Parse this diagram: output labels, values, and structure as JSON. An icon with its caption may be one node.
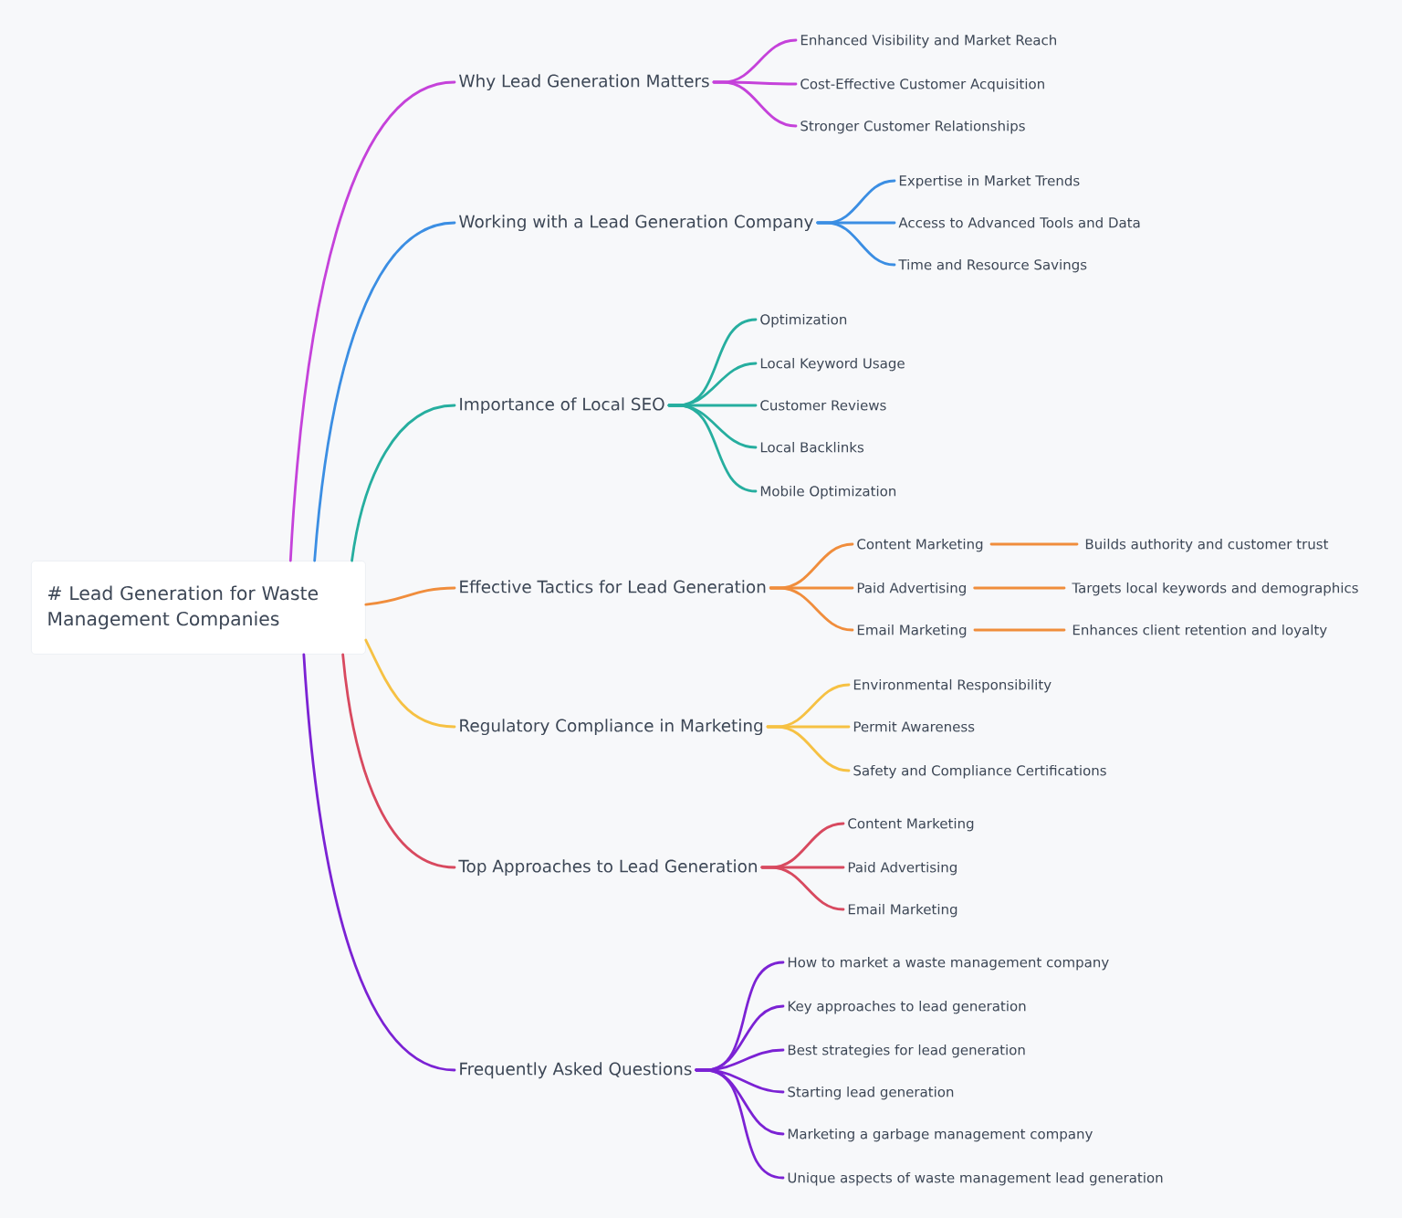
{
  "diagram": {
    "nodes": [
      {
        "text": [
          "# Lead Generation for Waste Management Companies"
        ]
      },
      {
        "text": [
          "Why Lead Generation Matters"
        ]
      },
      {
        "text": [
          "Enhanced Visibility and Market Reach"
        ]
      },
      {
        "text": [
          "Cost-Effective Customer Acquisition"
        ]
      },
      {
        "text": [
          "Stronger Customer Relationships"
        ]
      },
      {
        "text": [
          "Working with a Lead Generation Company"
        ]
      },
      {
        "text": [
          "Expertise in Market Trends"
        ]
      },
      {
        "text": [
          "Access to Advanced Tools and Data"
        ]
      },
      {
        "text": [
          "Time and Resource Savings"
        ]
      },
      {
        "text": [
          "Importance of Local SEO"
        ]
      },
      {
        "text": [
          "Optimization"
        ]
      },
      {
        "text": [
          "Local Keyword Usage"
        ]
      },
      {
        "text": [
          "Customer Reviews"
        ]
      },
      {
        "text": [
          "Local Backlinks"
        ]
      },
      {
        "text": [
          "Mobile Optimization"
        ]
      },
      {
        "text": [
          "Effective Tactics for Lead Generation"
        ]
      },
      {
        "text": [
          "Content Marketing"
        ]
      },
      {
        "text": [
          "Builds authority and customer trust"
        ]
      },
      {
        "text": [
          "Paid Advertising"
        ]
      },
      {
        "text": [
          "Targets local keywords and demographics"
        ]
      },
      {
        "text": [
          "Email Marketing"
        ]
      },
      {
        "text": [
          "Enhances client retention and loyalty"
        ]
      },
      {
        "text": [
          "Regulatory Compliance in Marketing"
        ]
      },
      {
        "text": [
          "Environmental Responsibility"
        ]
      },
      {
        "text": [
          "Permit Awareness"
        ]
      },
      {
        "text": [
          "Safety and Compliance Certifications"
        ]
      },
      {
        "text": [
          "Top Approaches to Lead Generation"
        ]
      },
      {
        "text": [
          "Content Marketing"
        ]
      },
      {
        "text": [
          "Paid Advertising"
        ]
      },
      {
        "text": [
          "Email Marketing"
        ]
      },
      {
        "text": [
          "Frequently Asked Questions"
        ]
      },
      {
        "text": [
          "How to market a waste management company"
        ]
      },
      {
        "text": [
          "Key approaches to lead generation"
        ]
      },
      {
        "text": [
          "Best strategies for lead generation"
        ]
      },
      {
        "text": [
          "Starting lead generation"
        ]
      },
      {
        "text": [
          "Marketing a garbage management company"
        ]
      },
      {
        "text": [
          "Unique aspects of waste management lead generation"
        ]
      }
    ],
    "edges": [
      {
        "from": 0,
        "to": 1,
        "arrow": "none",
        "color": "#c542da"
      },
      {
        "from": 1,
        "to": 2,
        "arrow": "none",
        "color": "#c542da"
      },
      {
        "from": 1,
        "to": 3,
        "arrow": "none",
        "color": "#c542da"
      },
      {
        "from": 1,
        "to": 4,
        "arrow": "none",
        "color": "#c542da"
      },
      {
        "from": 0,
        "to": 5,
        "arrow": "none",
        "color": "#3b8ee3"
      },
      {
        "from": 5,
        "to": 6,
        "arrow": "none",
        "color": "#3b8ee3"
      },
      {
        "from": 5,
        "to": 7,
        "arrow": "none",
        "color": "#3b8ee3"
      },
      {
        "from": 5,
        "to": 8,
        "arrow": "none",
        "color": "#3b8ee3"
      },
      {
        "from": 0,
        "to": 9,
        "arrow": "none",
        "color": "#26ae9f"
      },
      {
        "from": 9,
        "to": 10,
        "arrow": "none",
        "color": "#26ae9f"
      },
      {
        "from": 9,
        "to": 11,
        "arrow": "none",
        "color": "#26ae9f"
      },
      {
        "from": 9,
        "to": 12,
        "arrow": "none",
        "color": "#26ae9f"
      },
      {
        "from": 9,
        "to": 13,
        "arrow": "none",
        "color": "#26ae9f"
      },
      {
        "from": 9,
        "to": 14,
        "arrow": "none",
        "color": "#26ae9f"
      },
      {
        "from": 0,
        "to": 15,
        "arrow": "none",
        "color": "#f08d3c"
      },
      {
        "from": 15,
        "to": 16,
        "arrow": "none",
        "color": "#f08d3c"
      },
      {
        "from": 16,
        "to": 17,
        "arrow": "none",
        "color": "#f08d3c"
      },
      {
        "from": 15,
        "to": 18,
        "arrow": "none",
        "color": "#f08d3c"
      },
      {
        "from": 18,
        "to": 19,
        "arrow": "none",
        "color": "#f08d3c"
      },
      {
        "from": 15,
        "to": 20,
        "arrow": "none",
        "color": "#f08d3c"
      },
      {
        "from": 20,
        "to": 21,
        "arrow": "none",
        "color": "#f08d3c"
      },
      {
        "from": 0,
        "to": 22,
        "arrow": "none",
        "color": "#f6c143"
      },
      {
        "from": 22,
        "to": 23,
        "arrow": "none",
        "color": "#f6c143"
      },
      {
        "from": 22,
        "to": 24,
        "arrow": "none",
        "color": "#f6c143"
      },
      {
        "from": 22,
        "to": 25,
        "arrow": "none",
        "color": "#f6c143"
      },
      {
        "from": 0,
        "to": 26,
        "arrow": "none",
        "color": "#d8495f"
      },
      {
        "from": 26,
        "to": 27,
        "arrow": "none",
        "color": "#d8495f"
      },
      {
        "from": 26,
        "to": 28,
        "arrow": "none",
        "color": "#d8495f"
      },
      {
        "from": 26,
        "to": 29,
        "arrow": "none",
        "color": "#d8495f"
      },
      {
        "from": 0,
        "to": 30,
        "arrow": "none",
        "color": "#7b22d4"
      },
      {
        "from": 30,
        "to": 31,
        "arrow": "none",
        "color": "#7b22d4"
      },
      {
        "from": 30,
        "to": 32,
        "arrow": "none",
        "color": "#7b22d4"
      },
      {
        "from": 30,
        "to": 33,
        "arrow": "none",
        "color": "#7b22d4"
      },
      {
        "from": 30,
        "to": 34,
        "arrow": "none",
        "color": "#7b22d4"
      },
      {
        "from": 30,
        "to": 35,
        "arrow": "none",
        "color": "#7b22d4"
      },
      {
        "from": 30,
        "to": 36,
        "arrow": "none",
        "color": "#7b22d4"
      }
    ]
  }
}
